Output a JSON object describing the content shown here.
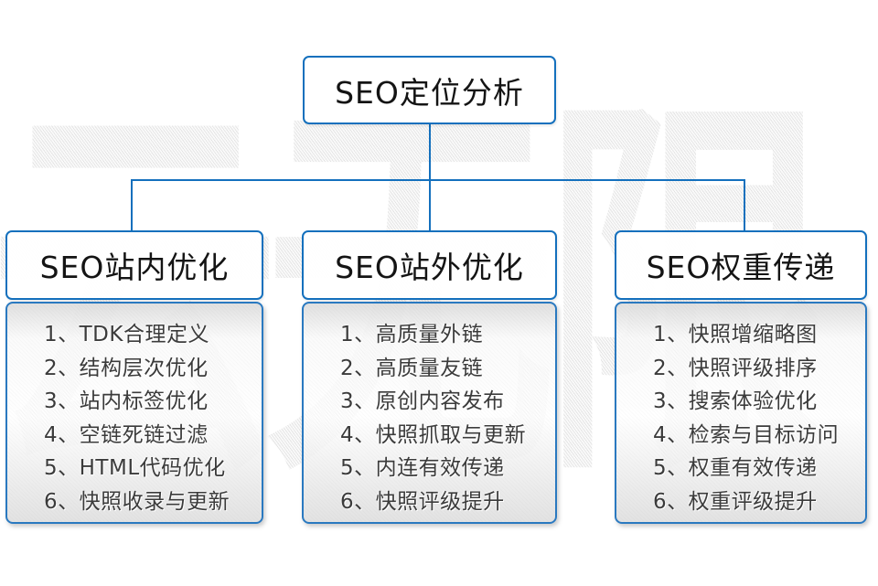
{
  "colors": {
    "accent_blue": "#1470bd",
    "panel_border_blue": "#2a79c0",
    "item_text": "#3b3b3b",
    "panel_gray": "#e6e6e6",
    "watermark_gray": "#ececec"
  },
  "watermark": "云无限",
  "root_node": {
    "title": "SEO定位分析"
  },
  "columns": [
    {
      "title": "SEO站内优化",
      "items": [
        "1、TDK合理定义",
        "2、结构层次优化",
        "3、站内标签优化",
        "4、空链死链过滤",
        "5、HTML代码优化",
        "6、快照收录与更新"
      ]
    },
    {
      "title": "SEO站外优化",
      "items": [
        "1、高质量外链",
        "2、高质量友链",
        "3、原创内容发布",
        "4、快照抓取与更新",
        "5、内连有效传递",
        "6、快照评级提升"
      ]
    },
    {
      "title": "SEO权重传递",
      "items": [
        "1、快照增缩略图",
        "2、快照评级排序",
        "3、搜索体验优化",
        "4、检索与目标访问",
        "5、权重有效传递",
        "6、权重评级提升"
      ]
    }
  ]
}
